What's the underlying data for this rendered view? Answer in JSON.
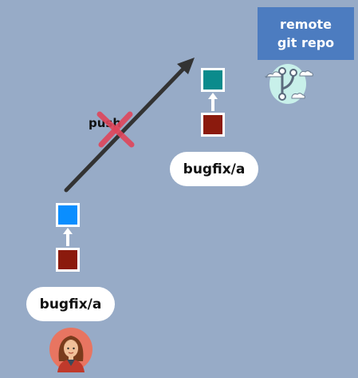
{
  "remote": {
    "line1": "remote",
    "line2": "git repo"
  },
  "branches": {
    "remote_label": "bugfix/a",
    "local_label": "bugfix/a"
  },
  "push": {
    "label": "push"
  },
  "colors": {
    "background": "#97abc7",
    "remote_box": "#4c7cc0",
    "commit_teal": "#0b8b8c",
    "commit_red": "#8b1a0d",
    "commit_blue": "#0a8eff",
    "cross": "#e0465b",
    "arrow": "#333333"
  },
  "icons": [
    "git-branch-icon",
    "cloud-icon",
    "avatar-icon",
    "up-arrow-icon",
    "cross-icon"
  ]
}
